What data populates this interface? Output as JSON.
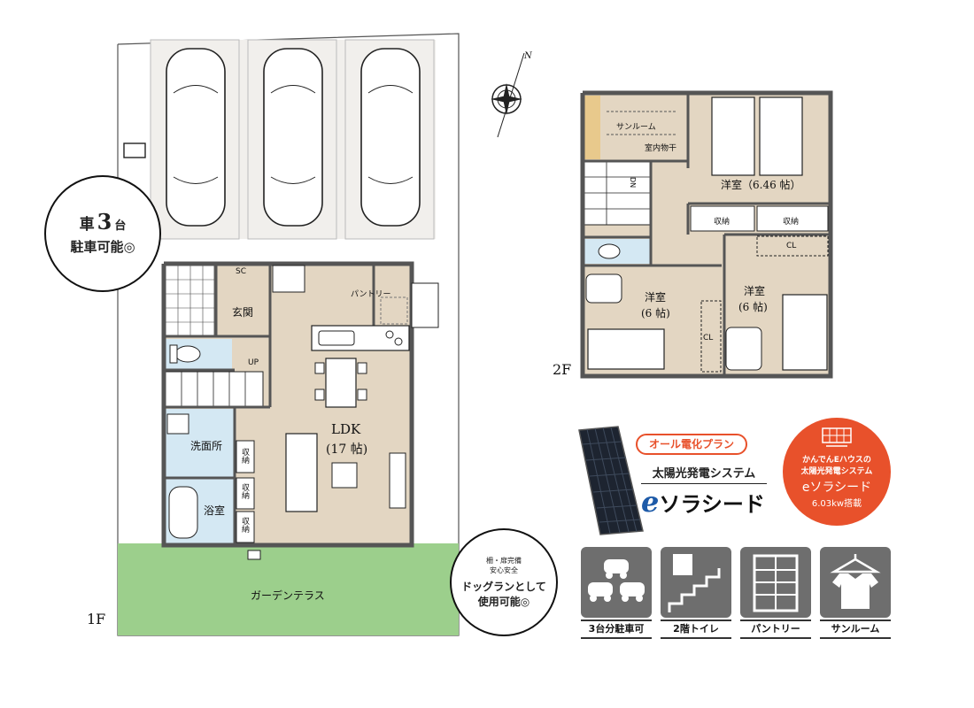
{
  "floor1": {
    "floor_label": "1F",
    "rooms": {
      "sc": "SC",
      "genkan": "玄関",
      "pantry": "パントリー",
      "up": "UP",
      "ldk_name": "LDK",
      "ldk_size": "(17 帖)",
      "senmenjo": "洗面所",
      "shuno": "収納",
      "yokushitsu": "浴室",
      "garden": "ガーデンテラス"
    }
  },
  "floor2": {
    "floor_label": "2F",
    "rooms": {
      "sunroom": "サンルーム",
      "indoor_dry": "室内物干",
      "dn": "DN",
      "master_room": "洋室（6.46 帖）",
      "shuno": "収納",
      "cl": "CL",
      "room_a_name": "洋室",
      "room_a_size": "(6 帖)",
      "room_b_name": "洋室",
      "room_b_size": "(6 帖)"
    }
  },
  "parking_bubble": {
    "line1_pre": "車",
    "line1_num": "3",
    "line1_post": "台",
    "line2": "駐車可能◎"
  },
  "dog_bubble": {
    "line1": "柵・扉完備",
    "line2": "安心安全",
    "line3": "ドッグランとして",
    "line4": "使用可能◎"
  },
  "compass": {
    "north": "N"
  },
  "solar": {
    "plan_pill": "オール電化プラン",
    "system_name": "太陽光発電システム",
    "brand_e": "e",
    "brand_rest": "ソラシード"
  },
  "house_badge": {
    "line1": "かんでんEハウスの",
    "line2": "太陽光発電システム",
    "line3": "eソラシード",
    "line4": "6.03kw搭載"
  },
  "feature_icons": [
    {
      "label": "3台分駐車可",
      "icon": "cars-icon"
    },
    {
      "label": "2階トイレ",
      "icon": "toilet-stairs-icon"
    },
    {
      "label": "パントリー",
      "icon": "pantry-shelf-icon"
    },
    {
      "label": "サンルーム",
      "icon": "shirt-hanger-icon"
    }
  ],
  "colors": {
    "accent": "#e8512b",
    "icon_bg": "#6e6e6e",
    "garden": "#9ccf8c",
    "wood": "#e3d6c2",
    "wet": "#d4e8f3"
  }
}
